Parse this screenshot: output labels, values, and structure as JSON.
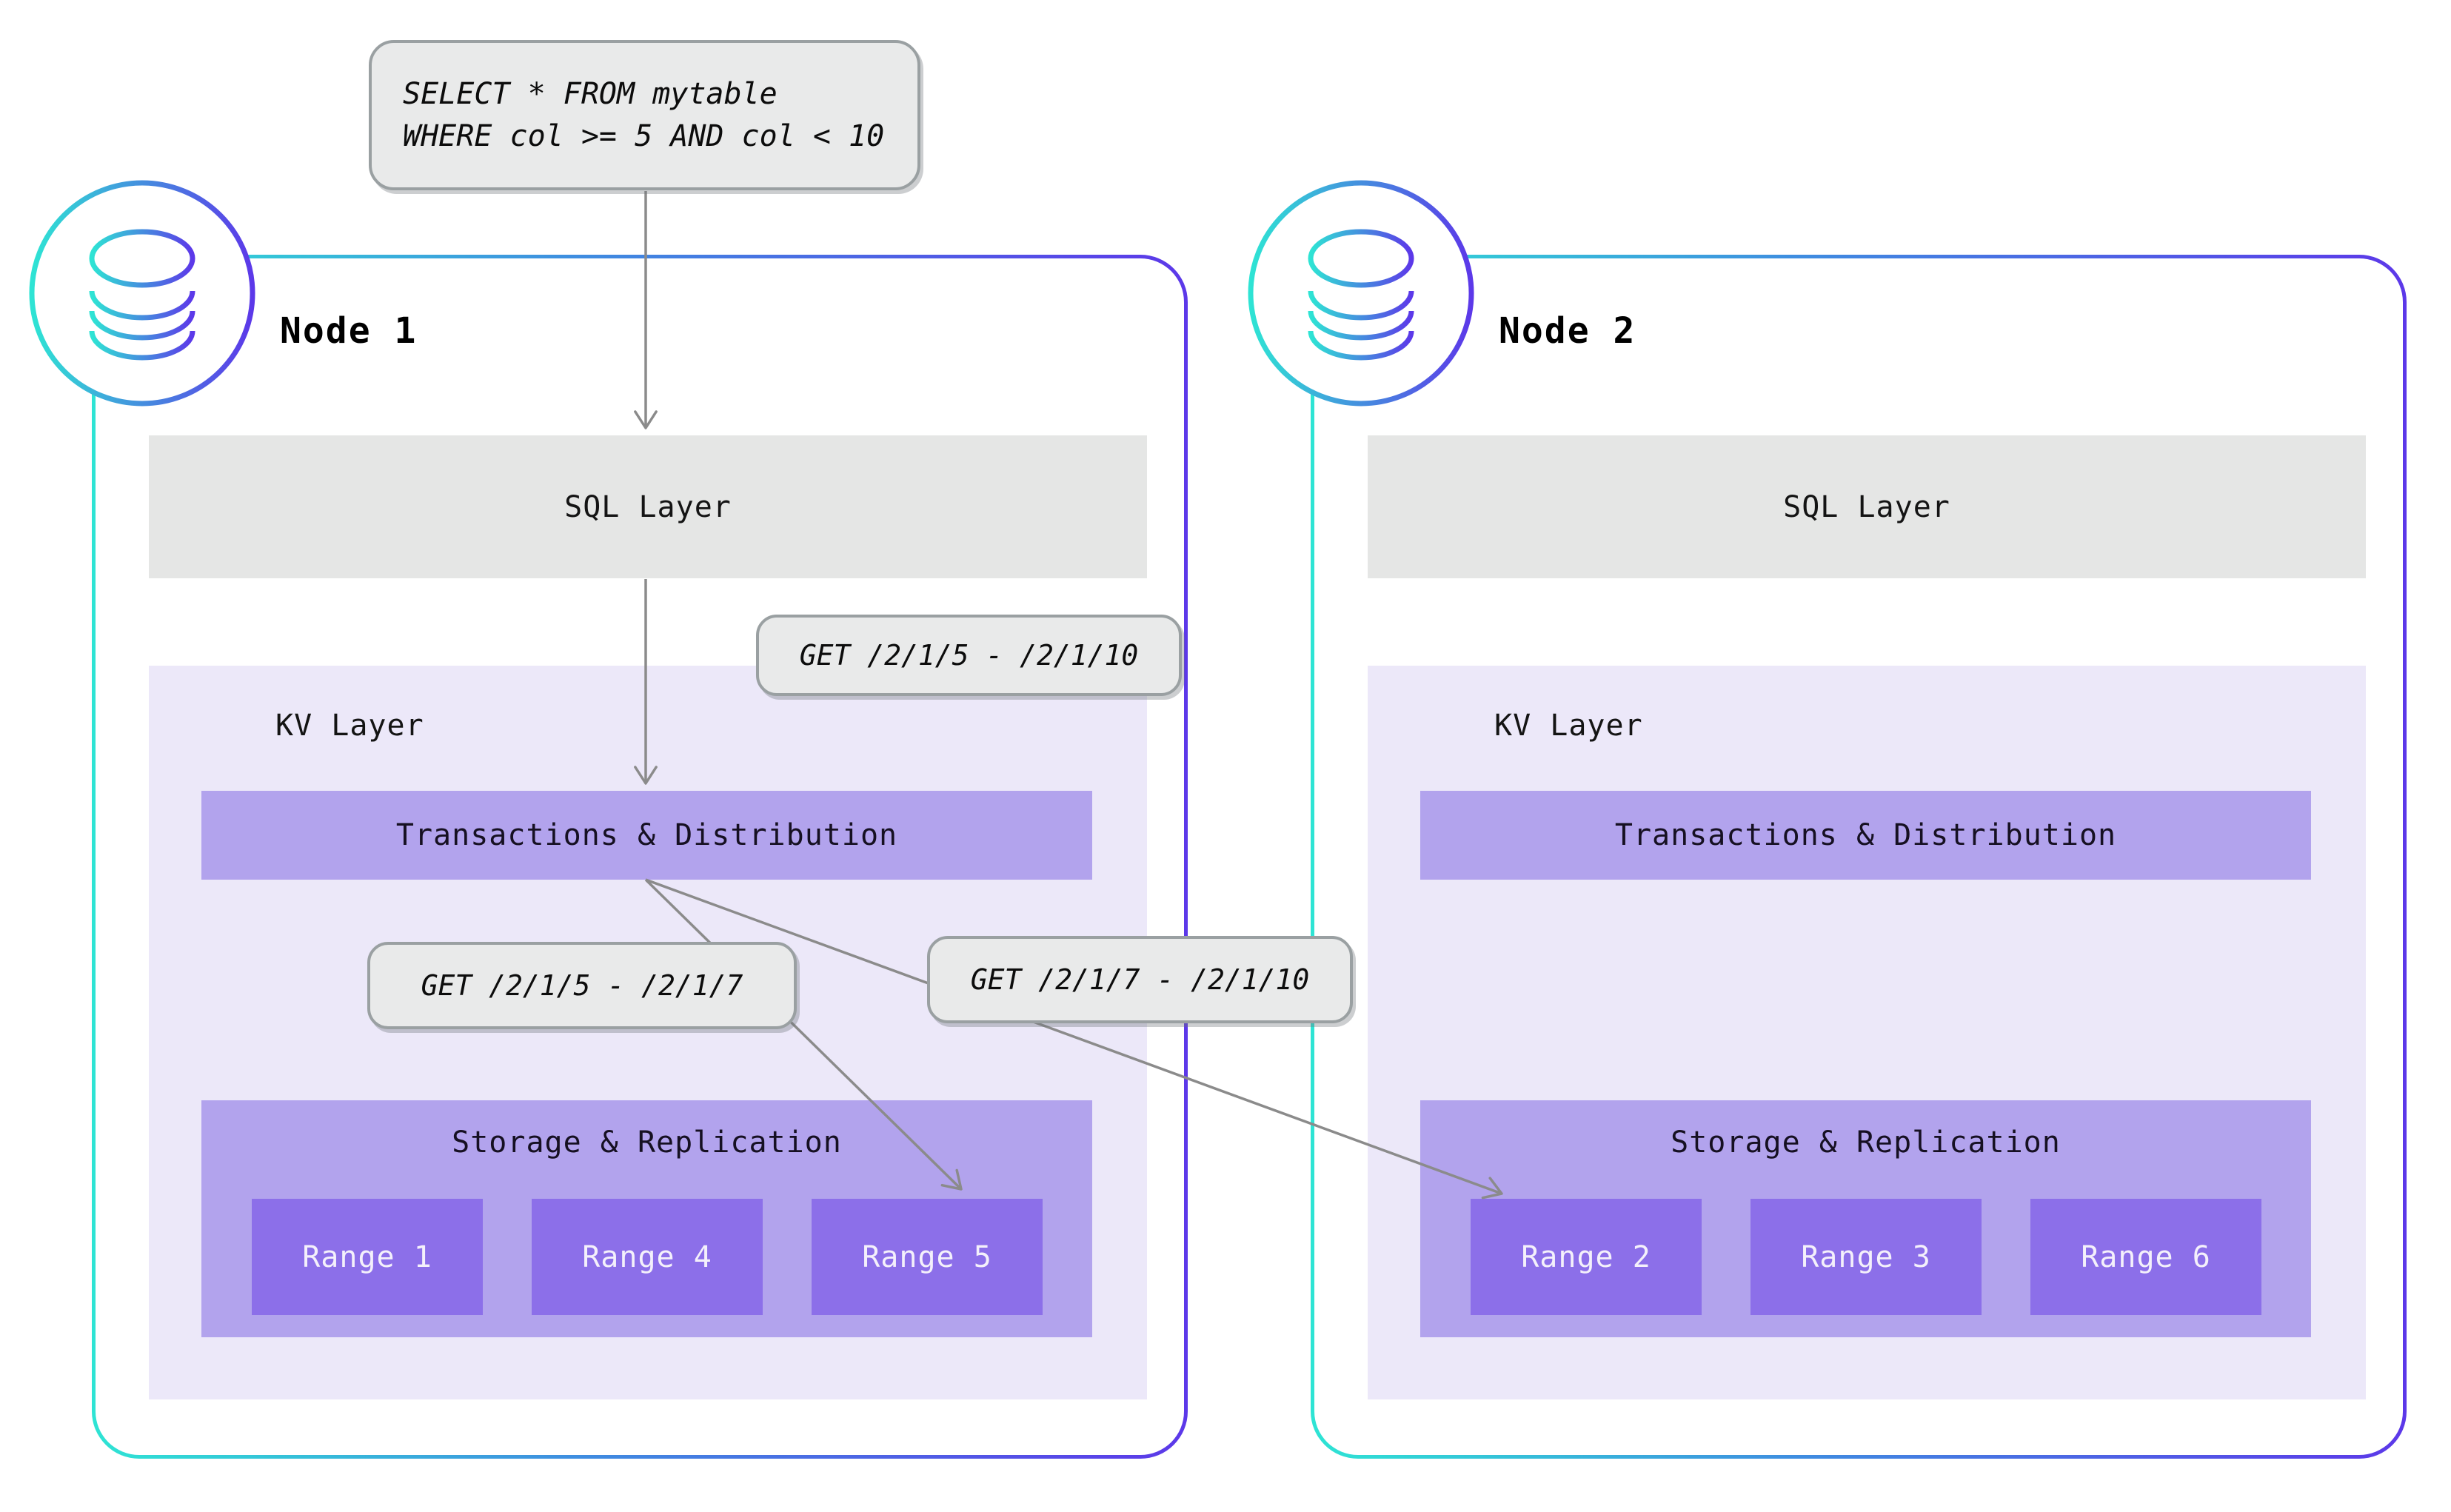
{
  "diagram": {
    "query": {
      "line1": "SELECT * FROM mytable",
      "line2": "WHERE col >= 5 AND col < 10"
    },
    "get_labels": {
      "span": "GET /2/1/5 - /2/1/10",
      "left": "GET /2/1/5 - /2/1/7",
      "right": "GET /2/1/7 - /2/1/10"
    },
    "nodes": [
      {
        "title": "Node 1",
        "icon": "database-icon",
        "sql": "SQL Layer",
        "kv": "KV Layer",
        "txn": "Transactions & Distribution",
        "storage": "Storage & Replication",
        "ranges": [
          "Range 1",
          "Range 4",
          "Range 5"
        ]
      },
      {
        "title": "Node 2",
        "icon": "database-icon",
        "sql": "SQL Layer",
        "kv": "KV Layer",
        "txn": "Transactions & Distribution",
        "storage": "Storage & Replication",
        "ranges": [
          "Range 2",
          "Range 3",
          "Range 6"
        ]
      }
    ],
    "colors": {
      "gradient_start": "#2ee4d4",
      "gradient_end": "#5c38e9",
      "kv_fill": "#ece8f9",
      "layer_purple": "#b2a3ed",
      "range_purple": "#8c6fe9",
      "gray_fill": "#e9eaea",
      "gray_border": "#9aa0a2",
      "sql_fill": "#e5e6e5",
      "arrow": "#8b8b8b"
    }
  }
}
